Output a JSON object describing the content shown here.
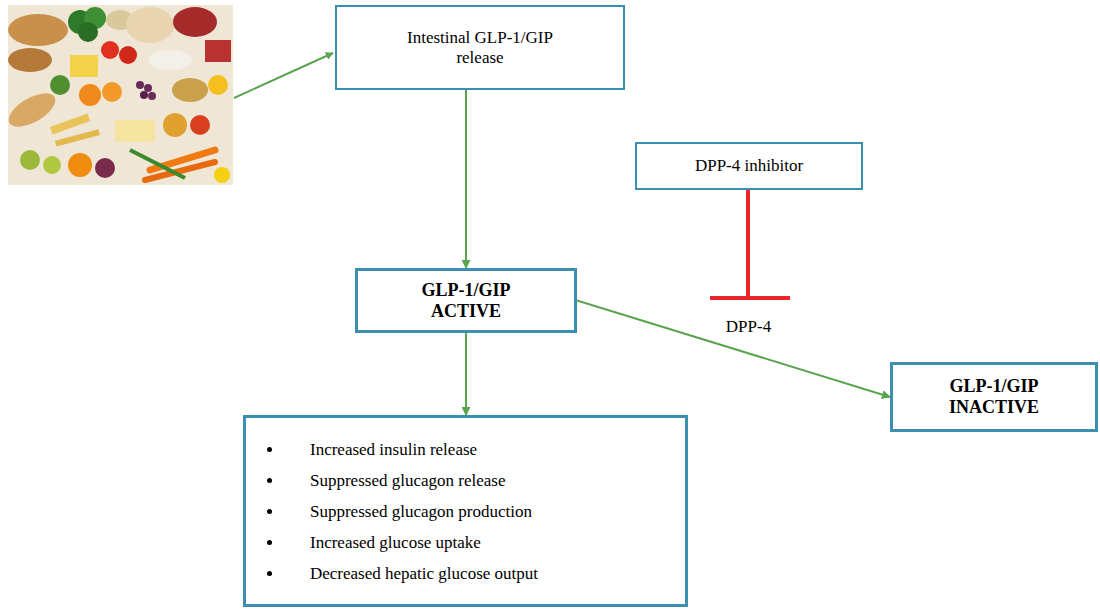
{
  "diagram": {
    "nodes": [
      {
        "text": [
          "Intestinal GLP-1/GIP release"
        ]
      },
      {
        "text": [
          "DPP-4 inhibitor"
        ]
      },
      {
        "text": [
          "GLP-1/GIP ACTIVE"
        ]
      },
      {
        "text": [
          "GLP-1/GIP INACTIVE"
        ]
      },
      {
        "text": [
          "Increased insulin release",
          "Suppressed glucagon release",
          "Suppressed glucagon production",
          "Increased glucose uptake",
          "Decreased hepatic glucose output"
        ]
      }
    ],
    "edges": [
      {
        "from": 0,
        "to": 2,
        "arrow": "to"
      },
      {
        "from": 2,
        "to": 4,
        "arrow": "to"
      },
      {
        "from": 2,
        "to": 3,
        "label": "DPP-4",
        "arrow": "to"
      }
    ]
  }
}
